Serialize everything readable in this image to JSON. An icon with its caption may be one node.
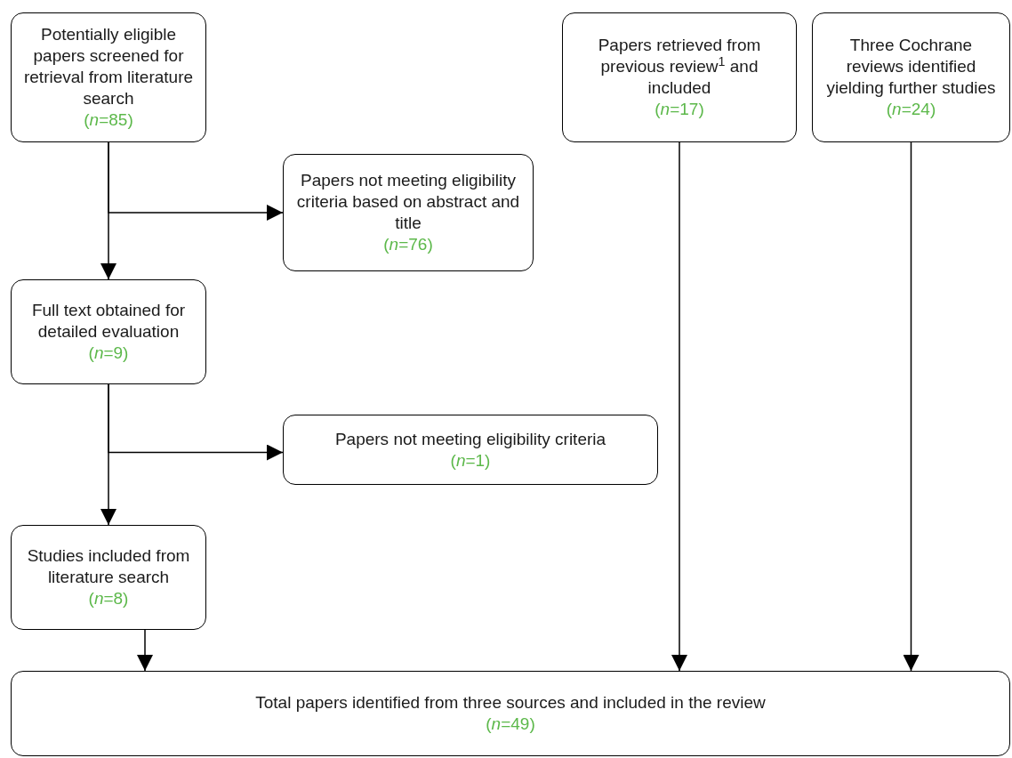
{
  "diagram": {
    "nodes": [
      {
        "text": [
          "Potentially eligible papers screened for retrieval from literature search",
          "(*n*=85)"
        ]
      },
      {
        "text": [
          "Papers not meeting eligibility criteria based on abstract and title",
          "(*n*=76)"
        ]
      },
      {
        "text": [
          "Full text obtained for detailed evaluation",
          "(*n*=9)"
        ]
      },
      {
        "text": [
          "Papers not meeting eligibility criteria",
          "(*n*=1)"
        ]
      },
      {
        "text": [
          "Studies included from literature search",
          "(*n*=8)"
        ]
      },
      {
        "text": [
          "Papers retrieved from previous review$^{1}$ and included",
          "(*n*=17)"
        ]
      },
      {
        "text": [
          "Three Cochrane reviews identified yielding further studies",
          "(*n*=24)"
        ]
      },
      {
        "text": [
          "Total papers identified from three sources and included in the review",
          "(*n*=49)"
        ]
      }
    ],
    "edges": [
      {
        "from": 0,
        "to": 2,
        "arrow": "to"
      },
      {
        "from": 0,
        "to": 1,
        "arrow": "to"
      },
      {
        "from": 2,
        "to": 4,
        "arrow": "to"
      },
      {
        "from": 2,
        "to": 3,
        "arrow": "to"
      },
      {
        "from": 4,
        "to": 7,
        "arrow": "to"
      },
      {
        "from": 5,
        "to": 7,
        "arrow": "to"
      },
      {
        "from": 6,
        "to": 7,
        "arrow": "to"
      }
    ]
  }
}
